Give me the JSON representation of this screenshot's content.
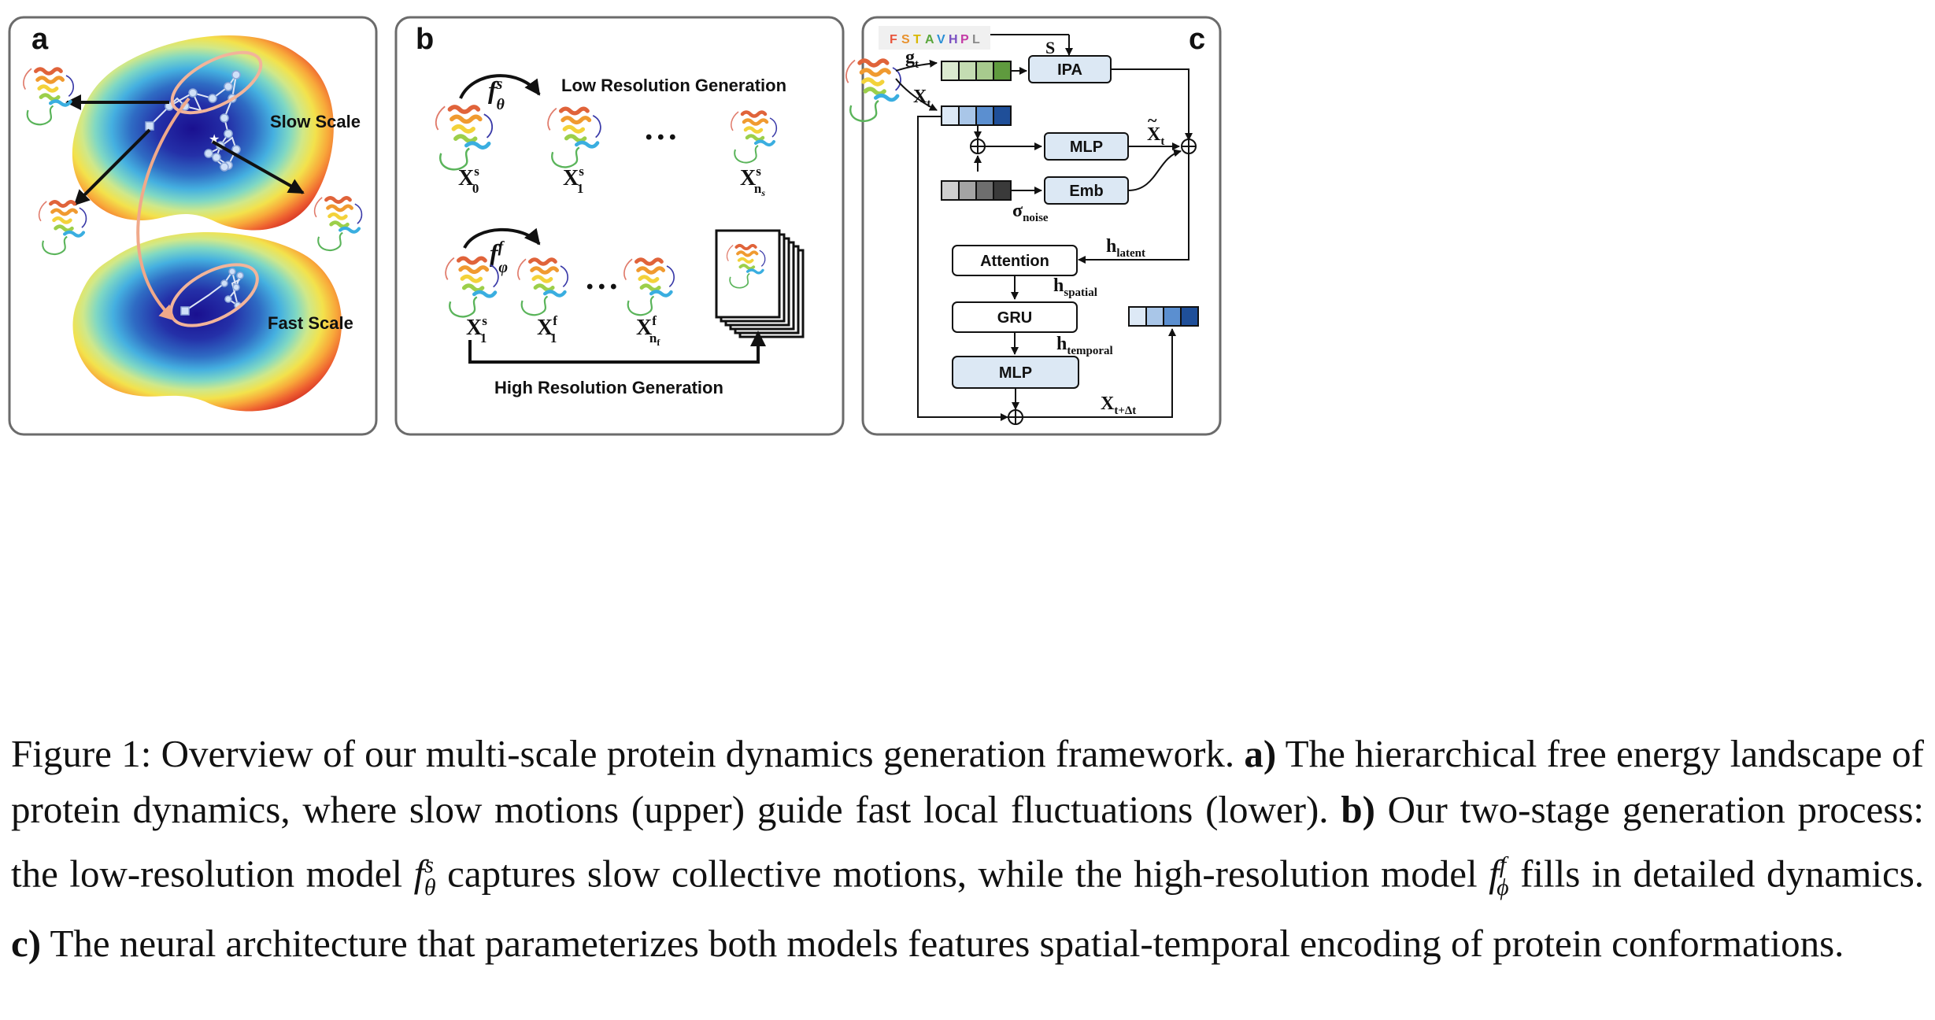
{
  "panel_a": {
    "label": "a",
    "slow_scale": "Slow Scale",
    "fast_scale": "Fast Scale"
  },
  "panel_b": {
    "label": "b",
    "low_title": "Low Resolution Generation",
    "high_title": "High Resolution Generation",
    "f_low": "f",
    "f_low_sup": "s",
    "f_low_sub": "θ",
    "f_high": "f",
    "f_high_sup": "f",
    "f_high_sub": "φ",
    "x0": "X",
    "x0_sup": "s",
    "x0_sub": "0",
    "x1": "X",
    "x1_sup": "s",
    "x1_sub": "1",
    "xns": "X",
    "xns_sup": "s",
    "xns_sub": "n",
    "xns_subsub": "s",
    "x1s": "X",
    "x1s_sup": "s",
    "x1s_sub": "1",
    "x1f": "X",
    "x1f_sup": "f",
    "x1f_sub": "1",
    "xnf": "X",
    "xnf_sup": "f",
    "xnf_sub": "n",
    "xnf_subsub": "f",
    "dots": "• • •"
  },
  "panel_c": {
    "label": "c",
    "sequence": [
      "F",
      "S",
      "T",
      "A",
      "V",
      "H",
      "P",
      "L"
    ],
    "sequence_colors": [
      "#e8553c",
      "#e8912c",
      "#d9b800",
      "#5aa63c",
      "#2a8fd6",
      "#7a4fc2",
      "#c43ca6",
      "#8a8a8a"
    ],
    "s_label": "S",
    "gt": "g",
    "gt_sub": "t",
    "xt": "X",
    "xt_sub": "t",
    "ipa": "IPA",
    "mlp1": "MLP",
    "emb": "Emb",
    "xt_tilde": "X",
    "xt_tilde_mark": "~",
    "xt_tilde_sub": "t",
    "sigma": "σ",
    "sigma_sub": "noise",
    "h_latent": "h",
    "h_latent_sub": "latent",
    "attention": "Attention",
    "h_spatial": "h",
    "h_spatial_sub": "spatial",
    "gru": "GRU",
    "h_temporal": "h",
    "h_temporal_sub": "temporal",
    "mlp2": "MLP",
    "x_next": "X",
    "x_next_sub": "t+Δt"
  },
  "colors": {
    "box_fill": "#dce8f4",
    "green": [
      "#dbead0",
      "#c4dcb2",
      "#a7ca8e",
      "#5f9a3e"
    ],
    "blue": [
      "#dde9f6",
      "#a9c6e8",
      "#5b8fd0",
      "#1f4f99"
    ],
    "gray": [
      "#cfcfcf",
      "#a4a4a4",
      "#6e6e6e",
      "#3a3a3a"
    ]
  },
  "caption": {
    "fig": "Figure 1: Overview of our multi-scale protein dynamics generation framework.",
    "a_label": "a)",
    "a_text": "The hierarchical free energy landscape of protein dynamics, where slow motions (upper) guide fast local fluctuations (lower).",
    "b_label": "b)",
    "b_text1": "Our two-stage generation process: the low-resolution model",
    "b_fs": "f",
    "b_fs_sup": "s",
    "b_fs_sub": "θ",
    "b_text2": "captures slow collective motions, while the high-resolution model",
    "b_ff": "f",
    "b_ff_sup": "f",
    "b_ff_sub": "ϕ",
    "b_text3": "fills in detailed dynamics.",
    "c_label": "c)",
    "c_text": "The neural architecture that parameterizes both models features spatial-temporal encoding of protein conformations."
  }
}
